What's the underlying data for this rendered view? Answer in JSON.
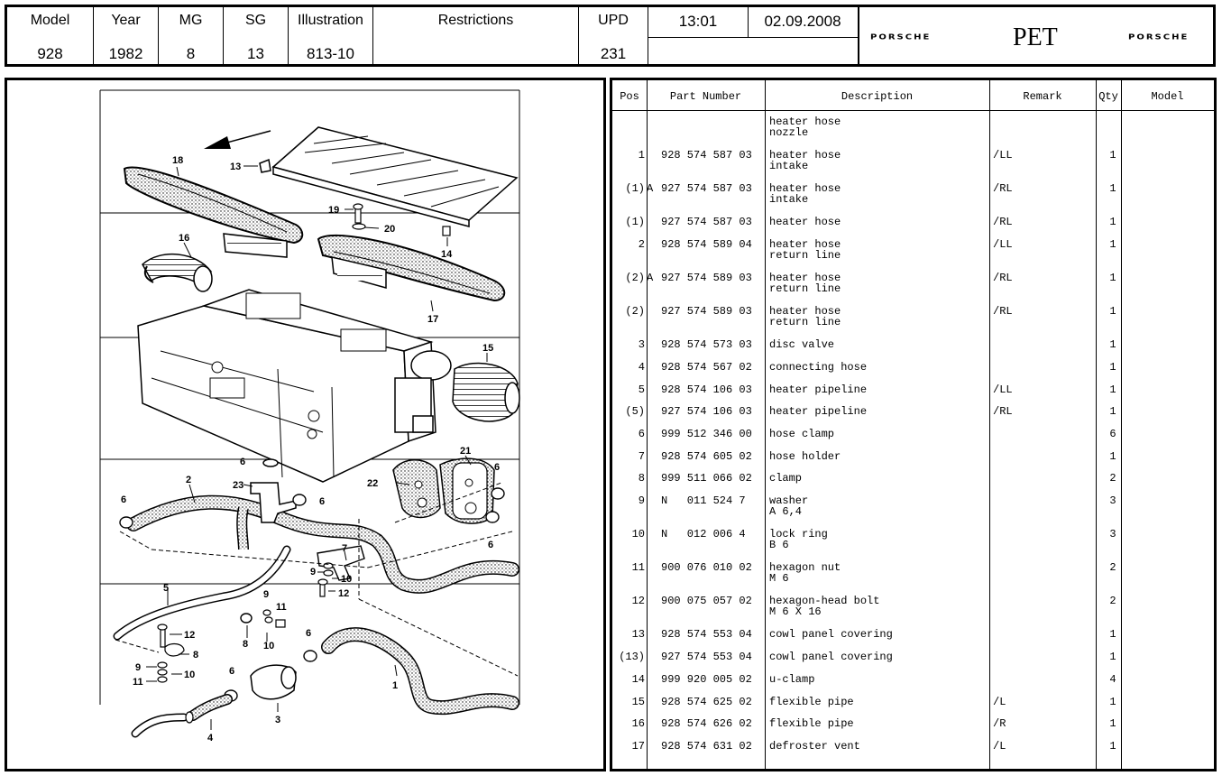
{
  "header": {
    "cells": [
      {
        "label": "Model",
        "value": "928"
      },
      {
        "label": "Year",
        "value": "1982"
      },
      {
        "label": "MG",
        "value": "8"
      },
      {
        "label": "SG",
        "value": "13"
      },
      {
        "label": "Illustration",
        "value": "813-10"
      },
      {
        "label": "Restrictions",
        "value": ""
      },
      {
        "label": "UPD",
        "value": "231"
      }
    ],
    "time": "13:01",
    "date": "02.09.2008",
    "brand_left": "PORSCHE",
    "app_name": "PET",
    "brand_right": "PORSCHE"
  },
  "illustration": {
    "callouts": [
      "18",
      "13",
      "19",
      "20",
      "14",
      "16",
      "17",
      "15",
      "21",
      "22",
      "23",
      "6",
      "2",
      "5",
      "7",
      "9",
      "10",
      "12",
      "11",
      "8",
      "1",
      "3",
      "4"
    ]
  },
  "table": {
    "columns": [
      "Pos",
      "Part Number",
      "Description",
      "Remark",
      "Qty",
      "Model"
    ],
    "rows": [
      {
        "pos": "",
        "a": "",
        "part": "",
        "desc1": "heater hose",
        "desc2": "nozzle",
        "remark": "",
        "qty": ""
      },
      {
        "pos": "1",
        "a": "",
        "part": "928 574 587 03",
        "desc1": "heater hose",
        "desc2": "intake",
        "remark": "/LL",
        "qty": "1"
      },
      {
        "pos": "(1)",
        "a": "A",
        "part": "927 574 587 03",
        "desc1": "heater hose",
        "desc2": "intake",
        "remark": "/RL",
        "qty": "1"
      },
      {
        "pos": "(1)",
        "a": "",
        "part": "927 574 587 03",
        "desc1": "heater hose",
        "desc2": "",
        "remark": "/RL",
        "qty": "1"
      },
      {
        "pos": "2",
        "a": "",
        "part": "928 574 589 04",
        "desc1": "heater hose",
        "desc2": "return line",
        "remark": "/LL",
        "qty": "1"
      },
      {
        "pos": "(2)",
        "a": "A",
        "part": "927 574 589 03",
        "desc1": "heater hose",
        "desc2": "return line",
        "remark": "/RL",
        "qty": "1"
      },
      {
        "pos": "(2)",
        "a": "",
        "part": "927 574 589 03",
        "desc1": "heater hose",
        "desc2": "return line",
        "remark": "/RL",
        "qty": "1"
      },
      {
        "pos": "3",
        "a": "",
        "part": "928 574 573 03",
        "desc1": "disc valve",
        "desc2": "",
        "remark": "",
        "qty": "1"
      },
      {
        "pos": "4",
        "a": "",
        "part": "928 574 567 02",
        "desc1": "connecting hose",
        "desc2": "",
        "remark": "",
        "qty": "1"
      },
      {
        "pos": "5",
        "a": "",
        "part": "928 574 106 03",
        "desc1": "heater pipeline",
        "desc2": "",
        "remark": "/LL",
        "qty": "1"
      },
      {
        "pos": "(5)",
        "a": "",
        "part": "927 574 106 03",
        "desc1": "heater pipeline",
        "desc2": "",
        "remark": "/RL",
        "qty": "1"
      },
      {
        "pos": "6",
        "a": "",
        "part": "999 512 346 00",
        "desc1": "hose clamp",
        "desc2": "",
        "remark": "",
        "qty": "6"
      },
      {
        "pos": "7",
        "a": "",
        "part": "928 574 605 02",
        "desc1": "hose holder",
        "desc2": "",
        "remark": "",
        "qty": "1"
      },
      {
        "pos": "8",
        "a": "",
        "part": "999 511 066 02",
        "desc1": "clamp",
        "desc2": "",
        "remark": "",
        "qty": "2"
      },
      {
        "pos": "9",
        "a": "",
        "part": "N   011 524 7",
        "desc1": "washer",
        "desc2": "A 6,4",
        "remark": "",
        "qty": "3"
      },
      {
        "pos": "10",
        "a": "",
        "part": "N   012 006 4",
        "desc1": "lock ring",
        "desc2": "B 6",
        "remark": "",
        "qty": "3"
      },
      {
        "pos": "11",
        "a": "",
        "part": "900 076 010 02",
        "desc1": "hexagon nut",
        "desc2": "M 6",
        "remark": "",
        "qty": "2"
      },
      {
        "pos": "12",
        "a": "",
        "part": "900 075 057 02",
        "desc1": "hexagon-head bolt",
        "desc2": "M 6 X 16",
        "remark": "",
        "qty": "2"
      },
      {
        "pos": "13",
        "a": "",
        "part": "928 574 553 04",
        "desc1": "cowl panel covering",
        "desc2": "",
        "remark": "",
        "qty": "1"
      },
      {
        "pos": "(13)",
        "a": "",
        "part": "927 574 553 04",
        "desc1": "cowl panel covering",
        "desc2": "",
        "remark": "",
        "qty": "1"
      },
      {
        "pos": "14",
        "a": "",
        "part": "999 920 005 02",
        "desc1": "u-clamp",
        "desc2": "",
        "remark": "",
        "qty": "4"
      },
      {
        "pos": "15",
        "a": "",
        "part": "928 574 625 02",
        "desc1": "flexible pipe",
        "desc2": "",
        "remark": "/L",
        "qty": "1"
      },
      {
        "pos": "16",
        "a": "",
        "part": "928 574 626 02",
        "desc1": "flexible pipe",
        "desc2": "",
        "remark": "/R",
        "qty": "1"
      },
      {
        "pos": "17",
        "a": "",
        "part": "928 574 631 02",
        "desc1": "defroster vent",
        "desc2": "",
        "remark": "/L",
        "qty": "1"
      }
    ]
  }
}
